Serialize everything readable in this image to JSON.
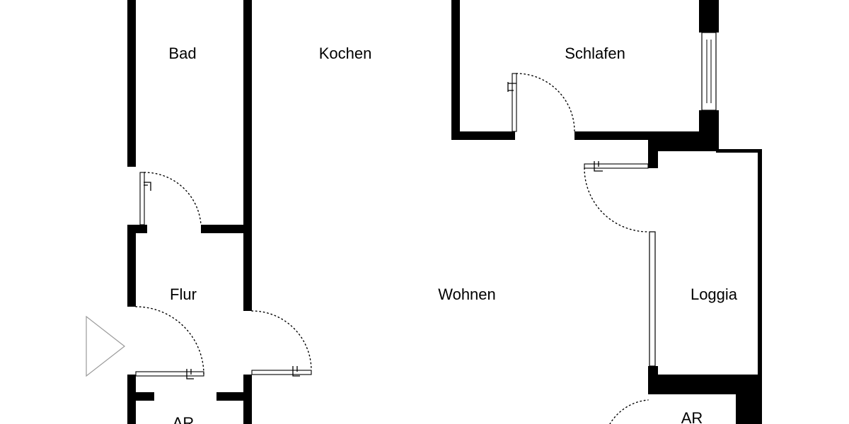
{
  "floorplan": {
    "rooms": [
      {
        "id": "bad",
        "label": "Bad"
      },
      {
        "id": "kochen",
        "label": "Kochen"
      },
      {
        "id": "schlafen",
        "label": "Schlafen"
      },
      {
        "id": "flur",
        "label": "Flur"
      },
      {
        "id": "wohnen",
        "label": "Wohnen"
      },
      {
        "id": "loggia",
        "label": "Loggia"
      },
      {
        "id": "ar-left",
        "label": "AR"
      },
      {
        "id": "ar-right",
        "label": "AR"
      }
    ],
    "entrance_marker": "entrance-arrow-icon",
    "colors": {
      "wall": "#000000",
      "background": "#ffffff",
      "entry_marker": "#9a9a9a"
    }
  }
}
